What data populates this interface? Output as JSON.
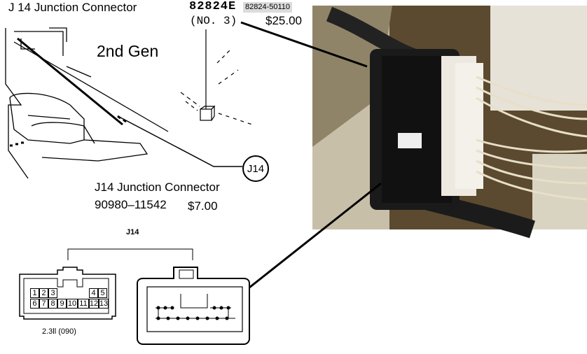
{
  "title": "J 14  Junction Connector",
  "generation_label": "2nd Gen",
  "part_code": "82824E",
  "part_number_alt": "82824-50110",
  "part_variant": "(NO. 3)",
  "price_primary": "$25.00",
  "callout": "J14",
  "caption_line1": "J14 Junction Connector",
  "caption_line2": "90980–11542",
  "price_secondary": "$7.00",
  "diagram_label": "J14",
  "connector_label": "2.3ll (090)",
  "pins_top": [
    "1",
    "2",
    "3",
    "4",
    "5"
  ],
  "pins_bottom": [
    "6",
    "7",
    "8",
    "9",
    "10",
    "11",
    "12",
    "13"
  ],
  "photo": {
    "connector_color": "#1a1a1a",
    "wire_color": "#e8dfc8",
    "background_color": "#6a5a3e"
  }
}
